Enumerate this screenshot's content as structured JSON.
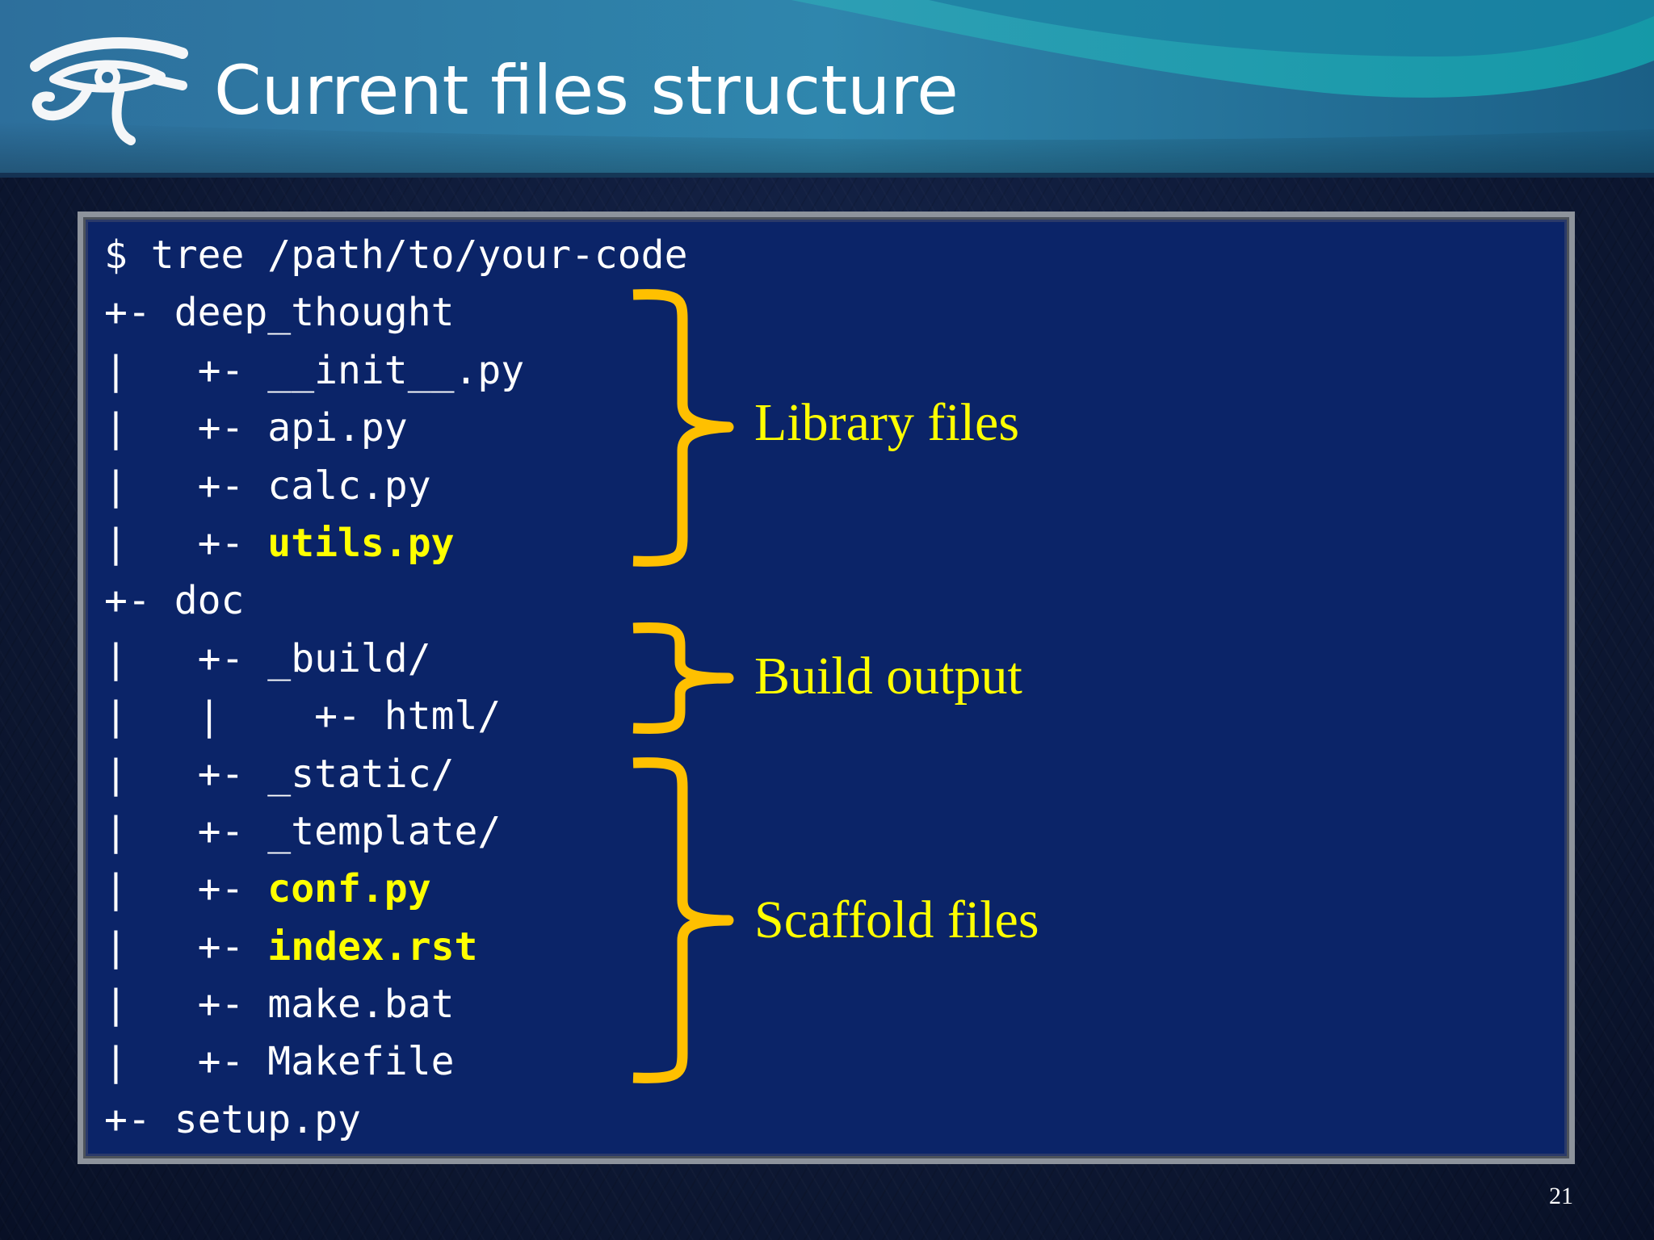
{
  "slide": {
    "title": "Current files structure",
    "page_number": "21",
    "logo_icon": "eye-of-horus-icon"
  },
  "terminal": {
    "lines": [
      {
        "prefix": "$ tree /path/to/your-code",
        "name": "",
        "highlight": false
      },
      {
        "prefix": "+- ",
        "name": "deep_thought",
        "highlight": false
      },
      {
        "prefix": "|   +- ",
        "name": "__init__.py",
        "highlight": false
      },
      {
        "prefix": "|   +- ",
        "name": "api.py",
        "highlight": false
      },
      {
        "prefix": "|   +- ",
        "name": "calc.py",
        "highlight": false
      },
      {
        "prefix": "|   +- ",
        "name": "utils.py",
        "highlight": true
      },
      {
        "prefix": "+- ",
        "name": "doc",
        "highlight": false
      },
      {
        "prefix": "|   +- ",
        "name": "_build/",
        "highlight": false
      },
      {
        "prefix": "|   |    +- ",
        "name": "html/",
        "highlight": false
      },
      {
        "prefix": "|   +- ",
        "name": "_static/",
        "highlight": false
      },
      {
        "prefix": "|   +- ",
        "name": "_template/",
        "highlight": false
      },
      {
        "prefix": "|   +- ",
        "name": "conf.py",
        "highlight": true
      },
      {
        "prefix": "|   +- ",
        "name": "index.rst",
        "highlight": true
      },
      {
        "prefix": "|   +- ",
        "name": "make.bat",
        "highlight": false
      },
      {
        "prefix": "|   +- ",
        "name": "Makefile",
        "highlight": false
      },
      {
        "prefix": "+- ",
        "name": "setup.py",
        "highlight": false
      }
    ]
  },
  "annotations": {
    "library": "Library files",
    "build": "Build output",
    "scaffold": "Scaffold files"
  },
  "colors": {
    "panel_background": "#0b2468",
    "highlight_text": "#ffff00",
    "bracket": "#ffc000",
    "label": "#ffff00"
  }
}
